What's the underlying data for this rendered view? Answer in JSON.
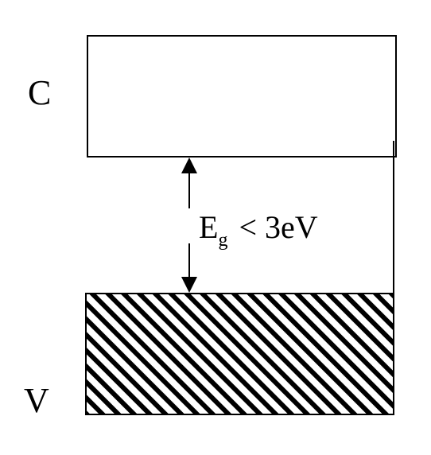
{
  "diagram": {
    "conduction_band": {
      "label": "C",
      "fill_color": "#ffffff",
      "hatched": false
    },
    "valence_band": {
      "label": "V",
      "fill_color": "#000000",
      "hatched": true,
      "hatch_direction": "diagonal"
    },
    "band_gap": {
      "symbol": "E",
      "subscript": "g",
      "relation": "< 3eV",
      "arrow": "double-headed"
    },
    "line_color": "#000000"
  }
}
